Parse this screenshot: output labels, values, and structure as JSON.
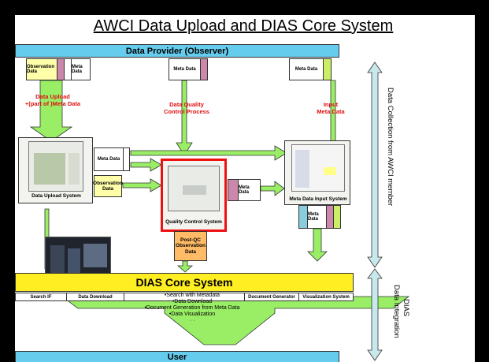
{
  "title": "AWCI Data Upload and DIAS Core System",
  "data_provider": "Data Provider (Observer)",
  "top_boxes": {
    "observation_data": "Observation Data",
    "meta_data_1": "Meta Data",
    "meta_data_2": "Meta Data",
    "meta_data_3": "Meta Data"
  },
  "flow_labels": {
    "upload_line1": "Data Upload",
    "upload_line2": "+(part of )Meta Data",
    "qc_line1": "Data Quality",
    "qc_line2": "Control Process",
    "input_line1": "Input",
    "input_line2": "Meta Data"
  },
  "systems": {
    "upload": "Data Upload System",
    "qc": "Quality Control System",
    "meta_input": "Meta Data Input System"
  },
  "middle_boxes": {
    "meta_data_a": "Meta Data",
    "observation_data_b": "Observation Data",
    "meta_data_c": "Meta Data",
    "meta_data_d": "Meta Data",
    "post_qc": "Post-QC Observation Data"
  },
  "core": {
    "title": "DIAS Core System",
    "modules": [
      "Search IF",
      "Data Download",
      "",
      "Document Generator",
      "Visualization System"
    ],
    "features": [
      "•Search with Metadata",
      "•Data Download",
      "•Document Generation from Meta Data",
      "•Data Visualization",
      "· ·"
    ]
  },
  "user": "User",
  "side": {
    "collection": "Data Collection from AWCI member",
    "dias": "DIAS",
    "integration": "Data Integration"
  },
  "colors": {
    "cyan": "#66ccee",
    "yellow": "#ffee22",
    "green": "#99ee66",
    "pale_yellow": "#ffffaa",
    "pink": "#cc88aa",
    "orange": "#ffbb66",
    "red_border": "#ee1111"
  }
}
